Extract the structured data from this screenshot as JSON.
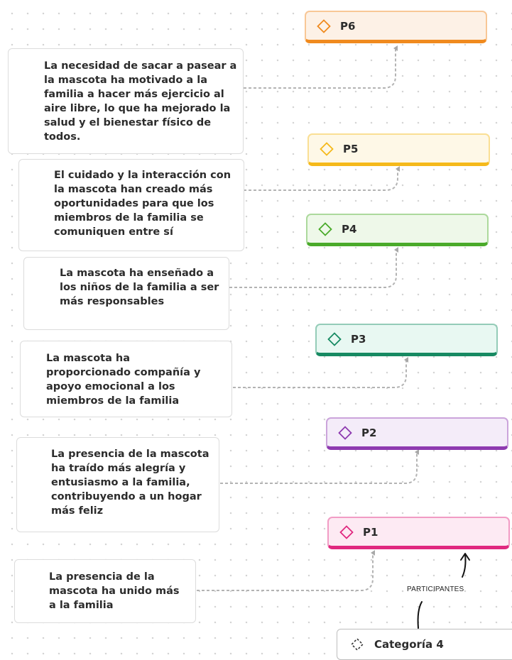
{
  "notes": [
    {
      "lines": [
        "La necesidad de sacar a pasear a",
        "la mascota ha motivado a la",
        "familia a hacer más ejercicio al",
        "aire libre, lo que ha mejorado la",
        "salud y el bienestar físico de",
        "todos."
      ]
    },
    {
      "lines": [
        "El cuidado y la interacción con",
        "la mascota han creado más",
        "oportunidades para que los",
        "miembros de la familia se",
        "comuniquen entre sí"
      ]
    },
    {
      "lines": [
        "La mascota ha enseñado a",
        "los niños de la familia a ser",
        "más responsables"
      ]
    },
    {
      "lines": [
        "La mascota ha",
        "proporcionado compañía y",
        "apoyo emocional a los",
        "miembros de la familia"
      ]
    },
    {
      "lines": [
        "La presencia de la mascota",
        "ha traído más alegría y",
        "entusiasmo a la familia,",
        "contribuyendo a un hogar",
        "más feliz"
      ]
    },
    {
      "lines": [
        "La presencia de la",
        "mascota ha unido más",
        "a la familia"
      ]
    }
  ],
  "participants": [
    {
      "label": "P6",
      "color": "#f08a1e",
      "bg": "#fdf1e6"
    },
    {
      "label": "P5",
      "color": "#f5b91a",
      "bg": "#fef8e7"
    },
    {
      "label": "P4",
      "color": "#4aaa2a",
      "bg": "#eef8e9"
    },
    {
      "label": "P3",
      "color": "#178a62",
      "bg": "#e8f8f2"
    },
    {
      "label": "P2",
      "color": "#8e3ab0",
      "bg": "#f4ecf9"
    },
    {
      "label": "P1",
      "color": "#e0287f",
      "bg": "#fdeaf3"
    }
  ],
  "annotation": "PARTICIPANTES",
  "category": {
    "label": "Categoría 4"
  },
  "icons": {
    "participant": "diamond-icon",
    "category": "dashed-diamond-icon"
  }
}
